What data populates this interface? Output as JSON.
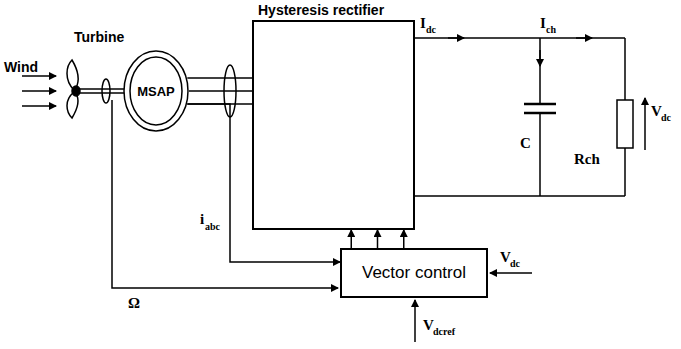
{
  "diagram": {
    "nodes": [
      {
        "text": [
          "MSAP"
        ]
      },
      {
        "text": [
          "Hysteresis rectifier"
        ]
      },
      {
        "text": [
          "Vector control"
        ]
      }
    ],
    "edges": [
      {
        "from": 0,
        "to": 1,
        "arrow": "none"
      },
      {
        "from": 2,
        "to": 1,
        "arrow": "to"
      },
      {
        "from": 0,
        "to": 2,
        "arrow": "to"
      }
    ],
    "labels": [
      "Wind",
      "Turbine",
      "i",
      "abc",
      "Ω",
      "I",
      "dc",
      "I",
      "ch",
      "C",
      "Rch",
      "V",
      "dc",
      "V",
      "dc",
      "V",
      "dcref"
    ]
  }
}
